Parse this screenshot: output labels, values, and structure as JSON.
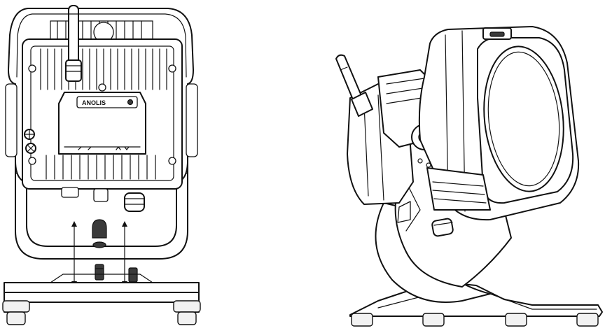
{
  "brand_logo_text": "ANOLIS",
  "views": [
    {
      "name": "front-view-mounting"
    },
    {
      "name": "side-view-tilted"
    }
  ]
}
